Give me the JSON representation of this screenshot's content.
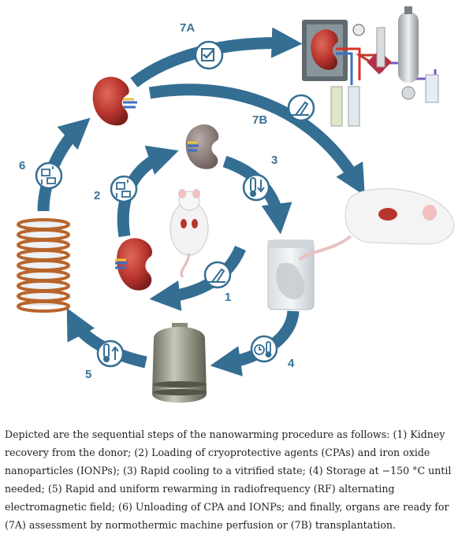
{
  "steps": {
    "s1": "1",
    "s2": "2",
    "s3": "3",
    "s4": "4",
    "s5": "5",
    "s6": "6",
    "s7a": "7A",
    "s7b": "7B"
  },
  "icons": {
    "kidney": "kidney-icon",
    "thermometer_down": "thermometer-down-icon",
    "thermometer_up": "thermometer-up-icon",
    "timer_thermometer": "timer-thermometer-icon",
    "scalpel_tray": "surgery-icon",
    "pump": "perfusion-icon",
    "checkbox": "checkbox-icon"
  },
  "colors": {
    "arrow": "#356e93",
    "label": "#3a7398",
    "kidney": "#b8352e",
    "kidney_frozen": "#8a7a78",
    "coil": "#b8652c"
  },
  "caption": "Depicted are the sequential steps of the nanowarming procedure as follows: (1) Kidney recovery from the donor; (2) Loading of cryoprotective agents (CPAs) and iron oxide nanoparticles (IONPs); (3) Rapid cooling to a vitrified state; (4) Storage at −150 °C until needed; (5) Rapid and uniform rewarming in radiofrequency (RF) alternating electromagnetic field; (6) Unloading of CPA and IONPs; and finally, organs are ready for (7A) assessment by normothermic machine perfusion or (7B) transplantation."
}
